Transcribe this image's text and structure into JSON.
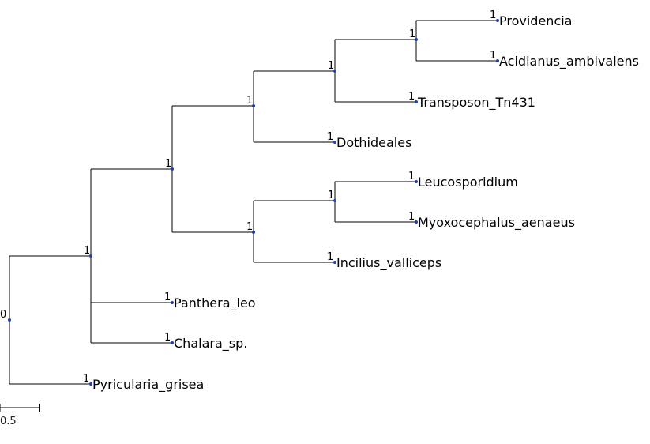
{
  "tree": {
    "root_support": "0",
    "clades": [
      {
        "id": "c1",
        "support": "1"
      },
      {
        "id": "c2",
        "support": "1"
      },
      {
        "id": "c3",
        "support": "1"
      },
      {
        "id": "c4",
        "support": "1"
      },
      {
        "id": "c5",
        "support": "1"
      },
      {
        "id": "c6",
        "support": "1"
      },
      {
        "id": "c7",
        "support": "1"
      }
    ],
    "leaves": [
      {
        "id": "providencia",
        "label": "Providencia",
        "support": "1"
      },
      {
        "id": "acidianus",
        "label": "Acidianus_ambivalens",
        "support": "1"
      },
      {
        "id": "transposon",
        "label": "Transposon_Tn431",
        "support": "1"
      },
      {
        "id": "dothideales",
        "label": "Dothideales",
        "support": "1"
      },
      {
        "id": "leucosporidium",
        "label": "Leucosporidium",
        "support": "1"
      },
      {
        "id": "myoxocephalus",
        "label": "Myoxocephalus_aenaeus",
        "support": "1"
      },
      {
        "id": "incilius",
        "label": "Incilius_valliceps",
        "support": "1"
      },
      {
        "id": "panthera",
        "label": "Panthera_leo",
        "support": "1"
      },
      {
        "id": "chalara",
        "label": "Chalara_sp.",
        "support": "1"
      },
      {
        "id": "pyricularia",
        "label": "Pyricularia_grisea",
        "support": "1"
      }
    ]
  },
  "scale_bar": {
    "label": "0.5"
  },
  "colors": {
    "branch": "#000000",
    "node": "#1f3fb0"
  }
}
